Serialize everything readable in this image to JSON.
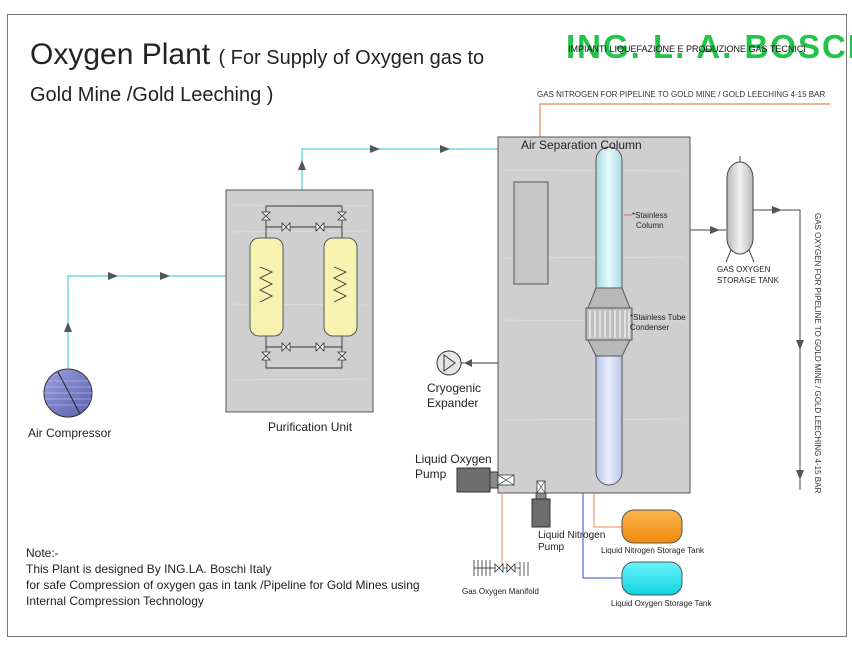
{
  "header": {
    "title": "Oxygen Plant",
    "subtitle_line1": "( For Supply of Oxygen gas to",
    "subtitle_line2": "Gold Mine /Gold Leeching )"
  },
  "logo": {
    "brand": "ING. L. A. BOSCHI",
    "tagline": "IMPIANTI LIQUEFAZIONE E PRODUZIONE GAS TECNICI"
  },
  "labels": {
    "air_compressor": "Air Compressor",
    "purification_unit": "Purification Unit",
    "air_separation_column": "Air Separation Column",
    "stainless_column_1": "*Stainless",
    "stainless_column_2": "Column",
    "tube_condenser_1": "*Stainless Tube",
    "tube_condenser_2": "Condenser",
    "cryogenic_expander_1": "Cryogenic",
    "cryogenic_expander_2": "Expander",
    "liquid_oxygen_pump_1": "Liquid Oxygen",
    "liquid_oxygen_pump_2": "Pump",
    "liquid_nitrogen_pump_1": "Liquid Nitrogen",
    "liquid_nitrogen_pump_2": "Pump",
    "gas_oxygen_manifold": "Gas Oxygen Manifold",
    "liquid_nitrogen_tank": "Liquid Nitrogen Storage Tank",
    "liquid_oxygen_tank": "Liquid Oxygen Storage Tank",
    "gas_oxygen_tank_1": "GAS OXYGEN",
    "gas_oxygen_tank_2": "STORAGE TANK",
    "nitrogen_pipeline": "GAS NITROGEN FOR PIPELINE TO GOLD MINE / GOLD LEECHING 4-15 BAR",
    "oxygen_pipeline": "GAS OXYGEN FOR PIPELINE TO GOLD MINE / GOLD LEECHING 4-15 BAR"
  },
  "note": {
    "heading": "Note:-",
    "line1": "This Plant is designed By ING.LA. Boschi Italy",
    "line2": "for safe Compression of oxygen gas in tank /Pipeline for Gold Mines using",
    "line3": "Internal Compression Technology"
  },
  "colors": {
    "air_line": "#4fd0e0",
    "nitrogen_line": "#e8884a",
    "oxygen_line": "#3a49c9",
    "equipment_gray": "#cfcfcf",
    "column_cyan": "#c9f1f5",
    "adsorber_yellow": "#f7f2b0",
    "nitrogen_tank": "#f79a1e",
    "oxygen_tank": "#1de0ec",
    "logo_green": "#22c44c"
  }
}
